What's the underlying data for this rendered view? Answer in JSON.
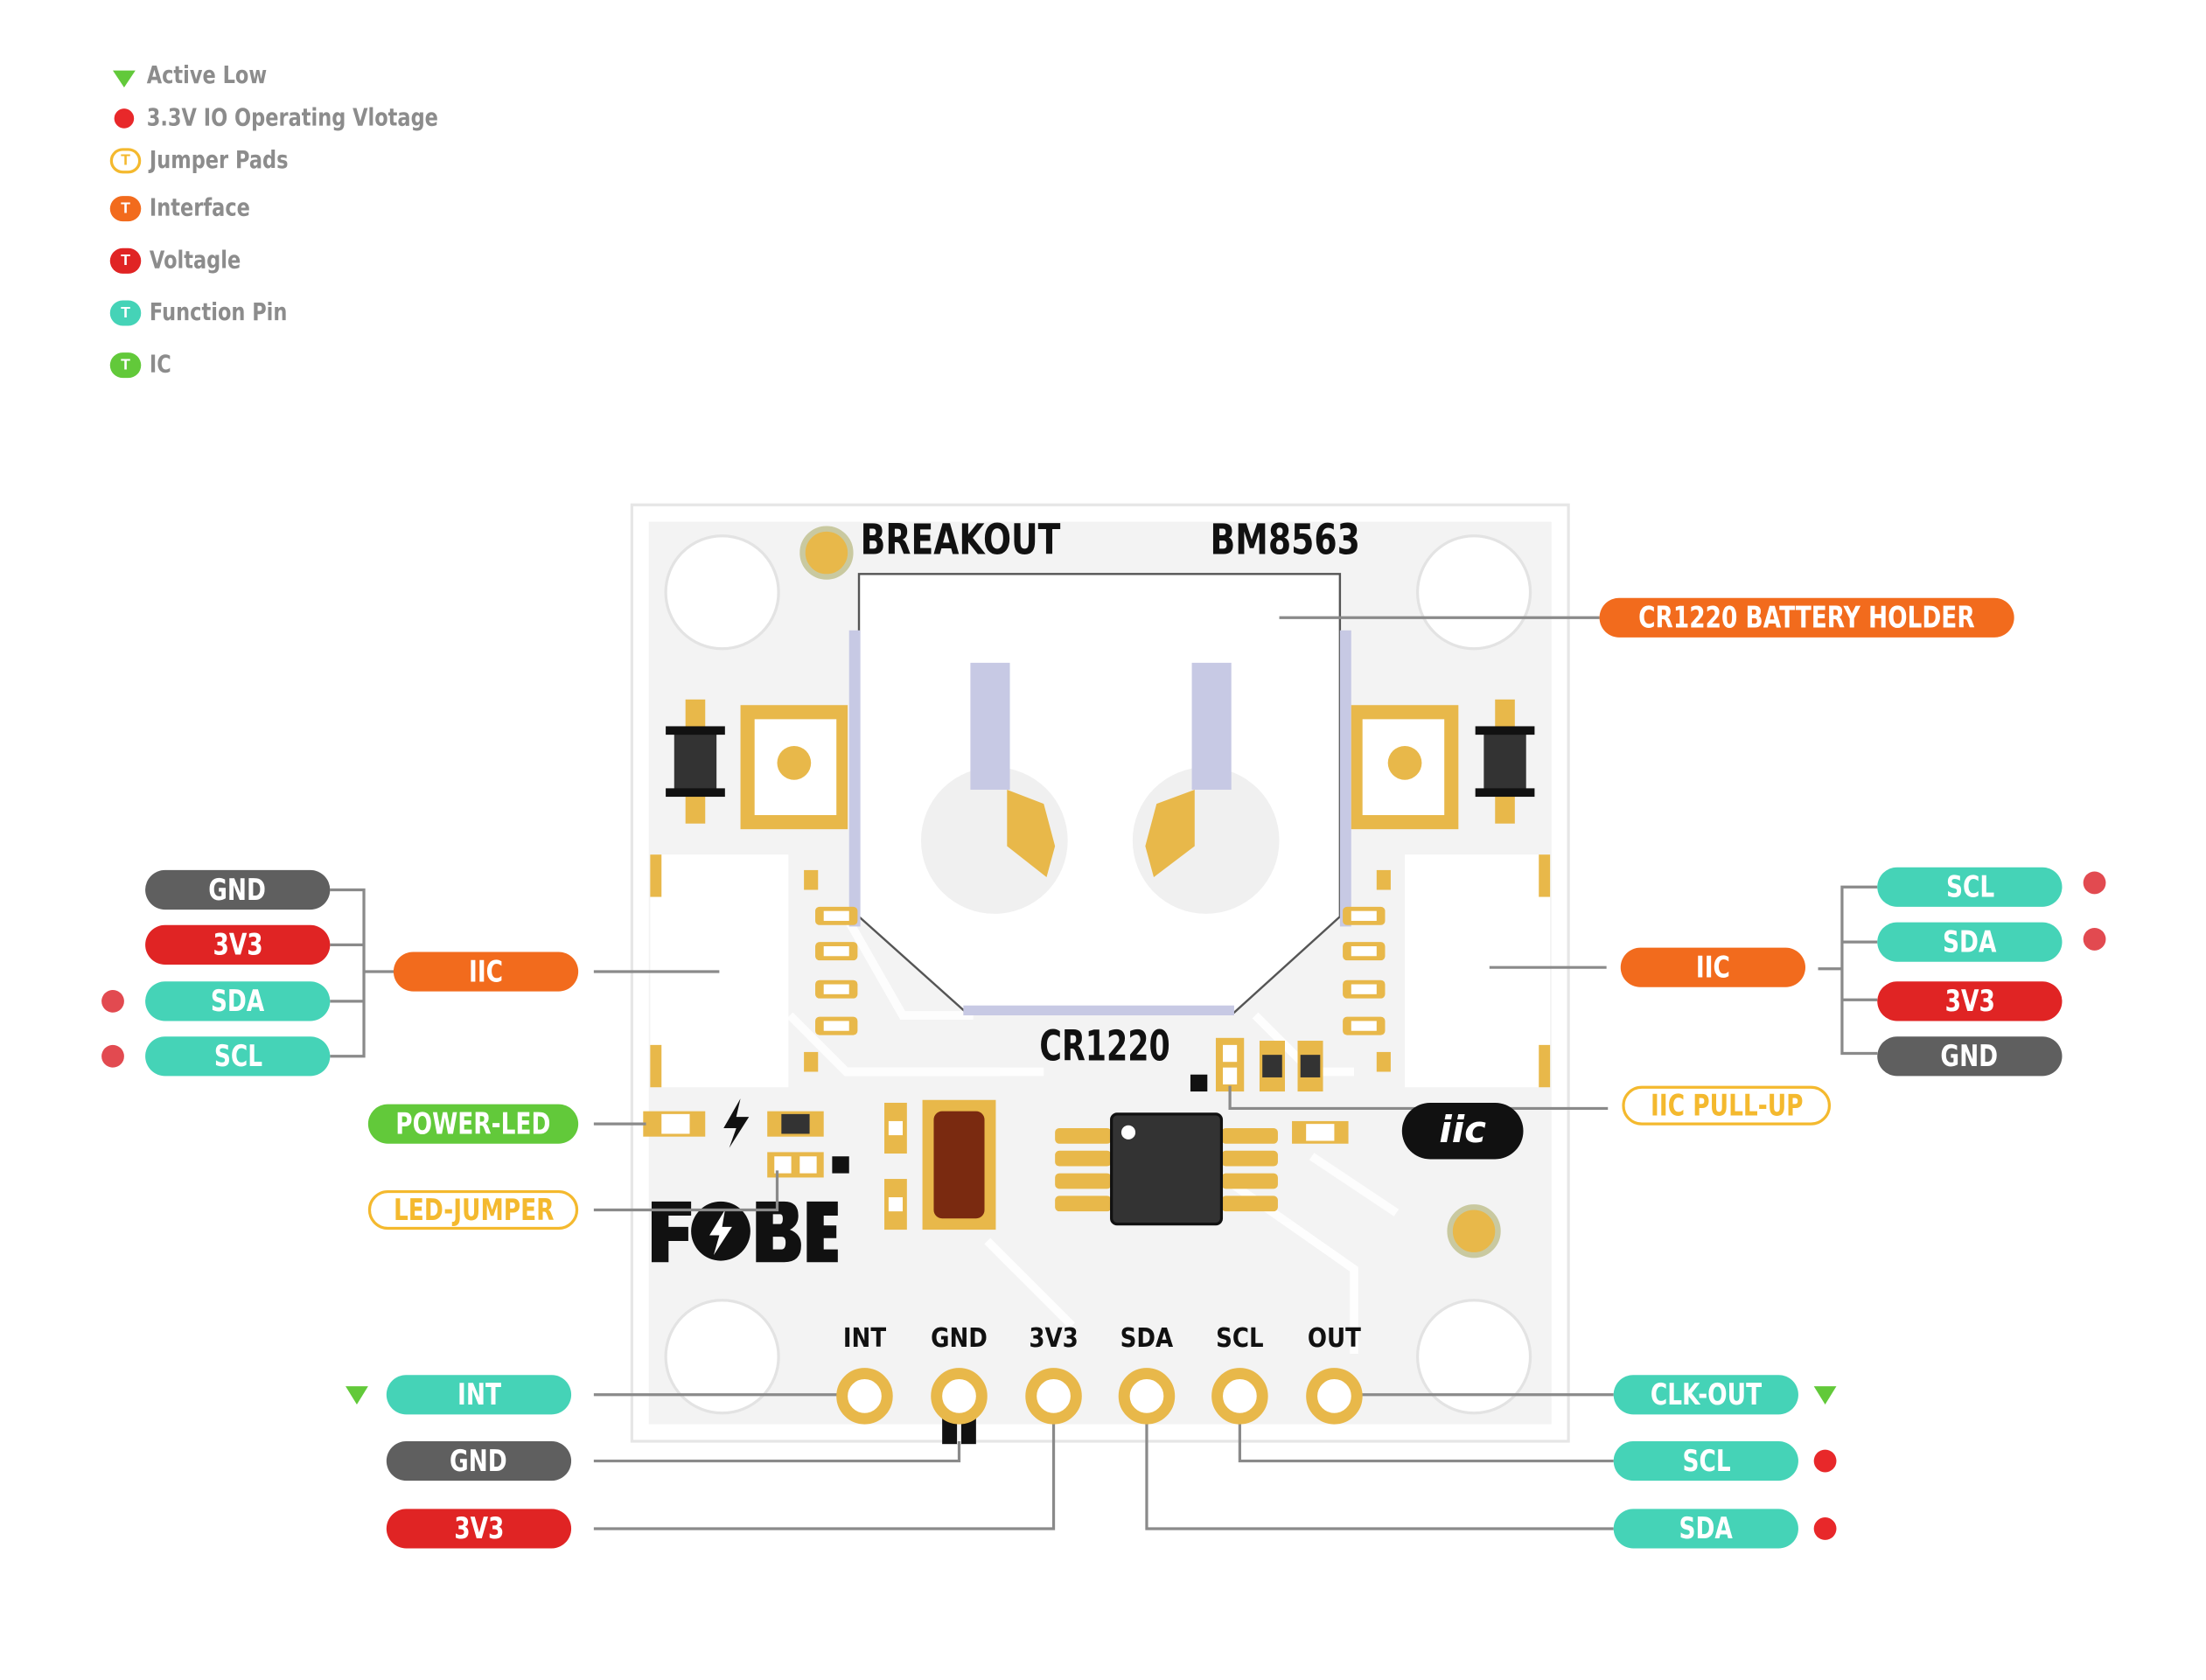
{
  "legend": [
    {
      "icon": "active-low-triangle-icon",
      "text": "Active Low"
    },
    {
      "icon": "io-voltage-dot-icon",
      "text": "3.3V IO Operating Vlotage"
    },
    {
      "icon": "jumper-pads-pill-icon",
      "text": "Jumper Pads",
      "color": "#f4b92e",
      "glyph": "T"
    },
    {
      "icon": "interface-pill-icon",
      "text": "Interface",
      "color": "#f26b1d",
      "glyph": "T"
    },
    {
      "icon": "voltage-pill-icon",
      "text": "Voltagle",
      "color": "#e02424",
      "glyph": "T"
    },
    {
      "icon": "function-pin-pill-icon",
      "text": "Function Pin",
      "color": "#45d3b7",
      "glyph": "T"
    },
    {
      "icon": "ic-pill-icon",
      "text": "IC",
      "color": "#62c93a",
      "glyph": "T"
    }
  ],
  "colors": {
    "interface": "#f26b1d",
    "voltage": "#e02424",
    "function_pin": "#45d3b7",
    "ground": "#5f5f5f",
    "ic": "#62c93a",
    "jumper": "#f4b92e",
    "active_low": "#62c93a",
    "io_voltage": "#e8282a",
    "leader_line": "#8a8a8a",
    "pcb_white": "#f3f3f3",
    "gold": "#e8b84a"
  },
  "board": {
    "title_left": "BREAKOUT",
    "title_right": "BM8563",
    "battery_label": "CR1220",
    "logo": "FOBE",
    "iic_logo": "iic",
    "bottom_pins": [
      "INT",
      "GND",
      "3V3",
      "SDA",
      "SCL",
      "OUT"
    ]
  },
  "left_connector": {
    "group": "IIC",
    "pins": [
      "GND",
      "3V3",
      "SDA",
      "SCL"
    ]
  },
  "right_connector": {
    "group": "IIC",
    "pins": [
      "SCL",
      "SDA",
      "3V3",
      "GND"
    ]
  },
  "callouts": {
    "battery_holder": "CR1220 BATTERY HOLDER",
    "power_led": "POWER-LED",
    "led_jumper": "LED-JUMPER",
    "iic_pullup": "IIC PULL-UP"
  },
  "bottom_left": [
    "INT",
    "GND",
    "3V3"
  ],
  "bottom_right": [
    "CLK-OUT",
    "SCL",
    "SDA"
  ]
}
